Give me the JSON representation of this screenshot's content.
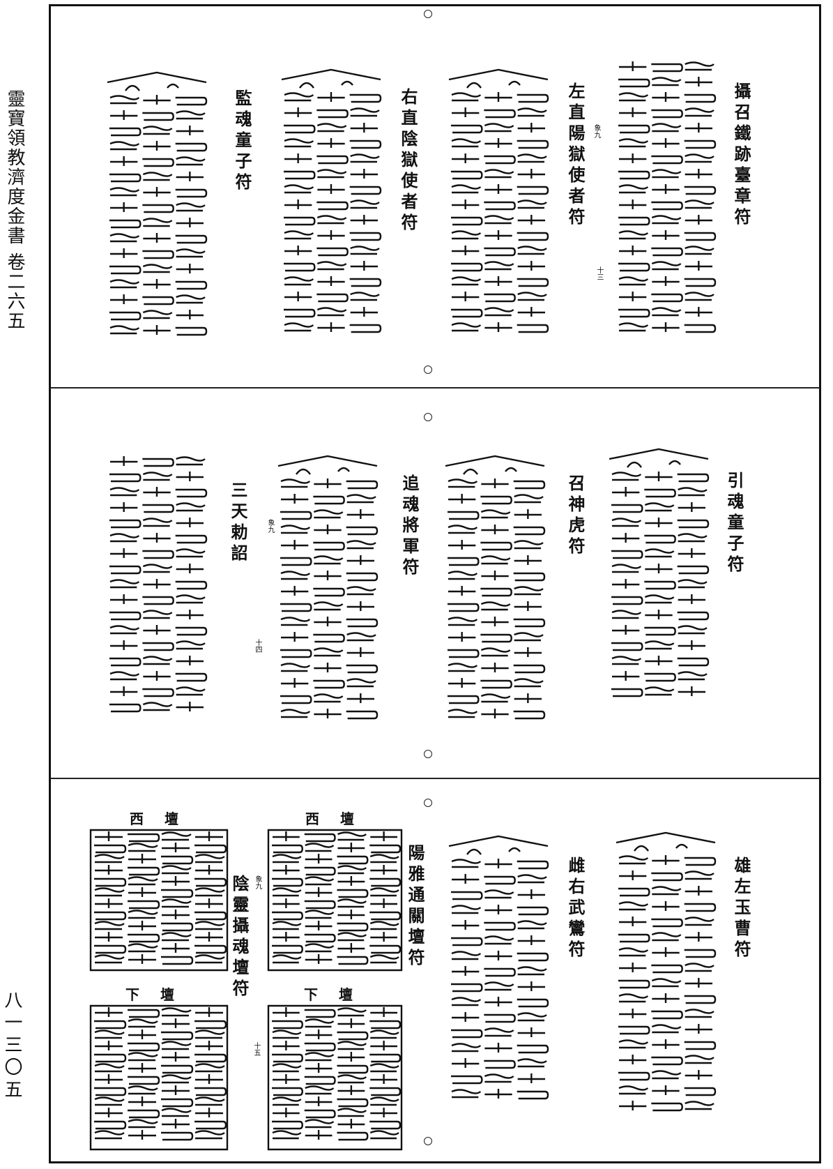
{
  "margin": {
    "book_title": "靈寶領教濟度金書 卷二六五",
    "page_number": "八一三〇五"
  },
  "panels": [
    {
      "labels": [
        "攝召鐵跡臺章符",
        "左直陽獄使者符",
        "右直陰獄使者符",
        "監魂童子符"
      ],
      "notes": [
        "象九",
        "十三"
      ]
    },
    {
      "labels": [
        "引魂童子符",
        "召神虎符",
        "追魂將軍符",
        "三天勅詔"
      ],
      "notes": [
        "象九",
        "十四"
      ]
    },
    {
      "labels": [
        "雄左玉曹符",
        "雌右武鸞符",
        "陽雅通關壇符",
        "陰靈攝魂壇符"
      ],
      "notes": [
        "象九",
        "十五"
      ],
      "box_labels": [
        "西壇",
        "西壇",
        "下壇",
        "下壇"
      ]
    }
  ]
}
